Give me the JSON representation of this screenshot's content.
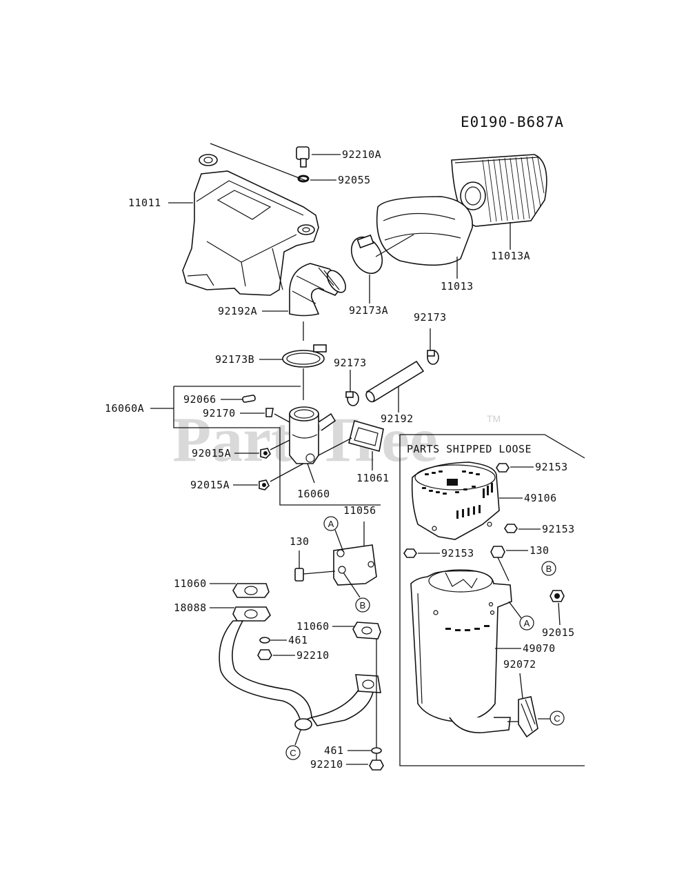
{
  "diagram_code": "E0190-B687A",
  "watermark": "PartsTree",
  "watermark_tm": "TM",
  "loose_box_title": "PARTS SHIPPED LOOSE",
  "labels": {
    "p92210A": "92210A",
    "p92055": "92055",
    "p11011": "11011",
    "p11013A": "11013A",
    "p11013": "11013",
    "p92173A": "92173A",
    "p92192A": "92192A",
    "p92173_top": "92173",
    "p92173B": "92173B",
    "p92173_mid": "92173",
    "p16060A": "16060A",
    "p92066": "92066",
    "p92170": "92170",
    "p92192": "92192",
    "p92015A_1": "92015A",
    "p11061": "11061",
    "p92015A_2": "92015A",
    "p16060": "16060",
    "p11056": "11056",
    "p130_left": "130",
    "p11060_1": "11060",
    "p18088": "18088",
    "p11060_2": "11060",
    "p461_1": "461",
    "p92210_1": "92210",
    "p461_2": "461",
    "p92210_2": "92210",
    "p92153_1": "92153",
    "p49106": "49106",
    "p92153_2": "92153",
    "p92153_3": "92153",
    "p130_right": "130",
    "p92015": "92015",
    "p49070": "49070",
    "p92072": "92072"
  },
  "callouts": {
    "a_left": "A",
    "b_left": "B",
    "c_left": "C",
    "b_right": "B",
    "a_right": "A",
    "c_right": "C"
  }
}
